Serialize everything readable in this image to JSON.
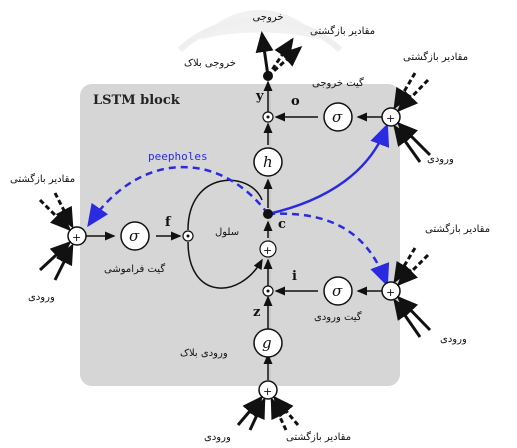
{
  "block_title": "LSTM block",
  "peepholes_label": "peepholes",
  "symbols": {
    "sigma": "σ",
    "h": "h",
    "g": "g",
    "plus": "+",
    "dot": "·"
  },
  "letters": {
    "y": "y",
    "o": "o",
    "c": "c",
    "f": "f",
    "i": "i",
    "z": "z"
  },
  "labels": {
    "output": "خروجی",
    "block_output": "خروجی بلاک",
    "output_gate": "گیت خروجی",
    "forget_gate": "گیت فراموشی",
    "input_gate": "گیت ورودی",
    "block_input": "ورودی بلاک",
    "cell": "سلول",
    "recurrent": "مقادیر بازگشتی",
    "input": "ورودی"
  },
  "colors": {
    "block_fill": "#d6d6d6",
    "peephole": "#2a2ae0",
    "line": "#111111"
  }
}
